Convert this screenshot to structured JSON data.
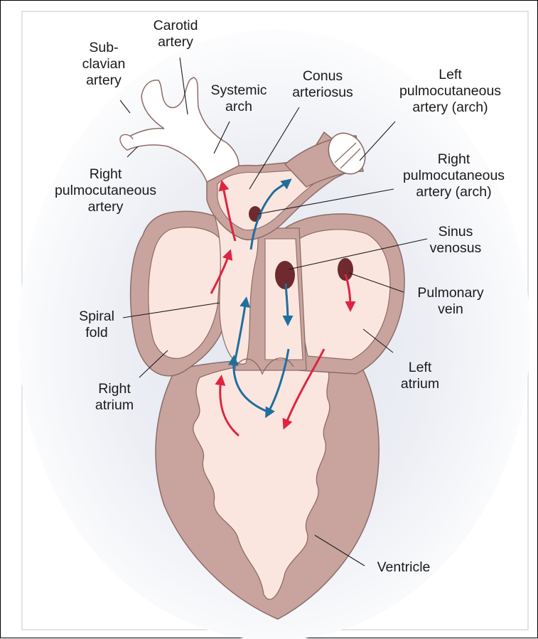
{
  "labels": {
    "carotid_artery": "Carotid\nartery",
    "subclavian_artery": "Sub-\nclavian\nartery",
    "systemic_arch": "Systemic\narch",
    "conus_arteriosus": "Conus\narteriosus",
    "left_pulmocutaneous_artery": "Left\npulmocutaneous\nartery (arch)",
    "right_pulmocutaneous_artery": "Right\npulmocutaneous\nartery",
    "right_pulmocutaneous_arch": "Right\npulmocutaneous\nartery (arch)",
    "sinus_venosus": "Sinus\nvenosus",
    "pulmonary_vein": "Pulmonary\nvein",
    "spiral_fold": "Spiral\nfold",
    "left_atrium": "Left\natrium",
    "right_atrium": "Right\natrium",
    "ventricle": "Ventricle"
  },
  "colors": {
    "oxygenated_flow": "#e0233f",
    "deoxygenated_flow": "#1f6f9e",
    "tissue_fill": "#fbe6df",
    "tissue_outline": "#8c6c67",
    "wall": "#c9a49e",
    "vessel_dot": "#6e2a2f",
    "halo": "#dfe3ee"
  }
}
